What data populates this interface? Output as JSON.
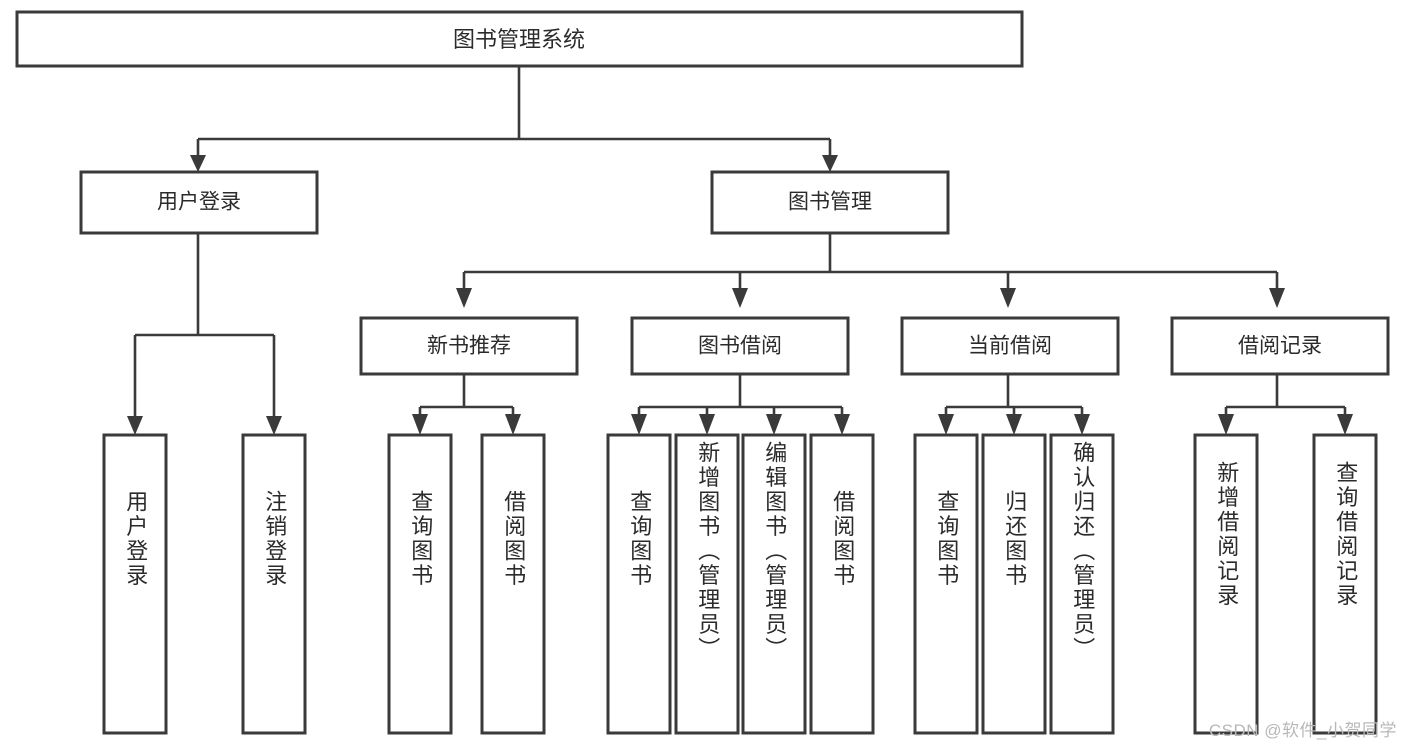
{
  "diagram": {
    "kind": "functional-structure-tree",
    "root": {
      "id": "root",
      "label": "图书管理系统"
    },
    "level1": [
      {
        "id": "user-login",
        "label": "用户登录"
      },
      {
        "id": "book-management",
        "label": "图书管理"
      }
    ],
    "level2": [
      {
        "id": "new-book-recommend",
        "label": "新书推荐",
        "parent": "book-management"
      },
      {
        "id": "book-borrow",
        "label": "图书借阅",
        "parent": "book-management"
      },
      {
        "id": "current-borrow",
        "label": "当前借阅",
        "parent": "book-management"
      },
      {
        "id": "borrow-record",
        "label": "借阅记录",
        "parent": "book-management"
      }
    ],
    "leaves": [
      {
        "id": "leaf-user-login",
        "label": "用户登录",
        "parent": "user-login"
      },
      {
        "id": "leaf-user-logout",
        "label": "注销登录",
        "parent": "user-login"
      },
      {
        "id": "leaf-query-book-1",
        "label": "查询图书",
        "parent": "new-book-recommend"
      },
      {
        "id": "leaf-borrow-book-1",
        "label": "借阅图书",
        "parent": "new-book-recommend"
      },
      {
        "id": "leaf-query-book-2",
        "label": "查询图书",
        "parent": "book-borrow"
      },
      {
        "id": "leaf-add-book",
        "label": "新增图书（管理员）",
        "parent": "book-borrow"
      },
      {
        "id": "leaf-edit-book",
        "label": "编辑图书（管理员）",
        "parent": "book-borrow"
      },
      {
        "id": "leaf-borrow-book-2",
        "label": "借阅图书",
        "parent": "book-borrow"
      },
      {
        "id": "leaf-query-book-3",
        "label": "查询图书",
        "parent": "current-borrow"
      },
      {
        "id": "leaf-return-book",
        "label": "归还图书",
        "parent": "current-borrow"
      },
      {
        "id": "leaf-confirm-return",
        "label": "确认归还（管理员）",
        "parent": "current-borrow"
      },
      {
        "id": "leaf-add-record",
        "label": "新增借阅记录",
        "parent": "borrow-record"
      },
      {
        "id": "leaf-query-record",
        "label": "查询借阅记录",
        "parent": "borrow-record"
      }
    ]
  },
  "watermark": {
    "text": "CSDN @软件_小贺同学"
  },
  "colors": {
    "stroke": "#3a3a3a",
    "box_fill": "#ffffff",
    "text": "#2b2b2b",
    "watermark": "#b8b8b8",
    "background": "#ffffff"
  }
}
